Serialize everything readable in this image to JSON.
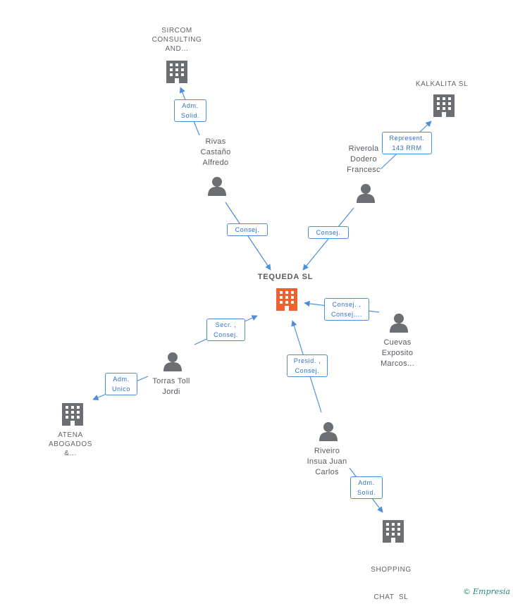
{
  "colors": {
    "edge": "#4a8fdb",
    "person": "#6b6e72",
    "company": "#6b6e72",
    "center": "#f0622d",
    "text": "#555a60"
  },
  "center": {
    "name": "TEQUEDA SL",
    "icon": "building-icon"
  },
  "companies": {
    "sircom": [
      "SIRCOM",
      "CONSULTING",
      "AND..."
    ],
    "kalkalita": [
      "KALKALITA SL"
    ],
    "atena": [
      "ATENA",
      "ABOGADOS",
      "&..."
    ],
    "shopping": [
      "SHOPPING",
      "CHAT  SL"
    ]
  },
  "people": {
    "rivas": [
      "Rivas",
      "Castaño",
      "Alfredo"
    ],
    "riverola": [
      "Riverola",
      "Dodero",
      "Francesc"
    ],
    "cuevas": [
      "Cuevas",
      "Exposito",
      "Marcos..."
    ],
    "torras": [
      "Torras Toll",
      "Jordi"
    ],
    "riveiro": [
      "Riveiro",
      "Insua Juan",
      "Carlos"
    ]
  },
  "edges": {
    "rivas_sircom": [
      "Adm.",
      "Solid."
    ],
    "riverola_kalkalita": [
      "Represent.",
      "143 RRM"
    ],
    "rivas_center": [
      "Consej."
    ],
    "riverola_center": [
      "Consej."
    ],
    "cuevas_center": [
      "Consej. ,",
      "Consej...."
    ],
    "torras_center": [
      "Secr. ,",
      "Consej."
    ],
    "torras_atena": [
      "Adm.",
      "Unico"
    ],
    "riveiro_center": [
      "Presid. ,",
      "Consej."
    ],
    "riveiro_shopping": [
      "Adm.",
      "Solid."
    ]
  },
  "footer": {
    "copyright": "©",
    "brand": "Empresia"
  }
}
